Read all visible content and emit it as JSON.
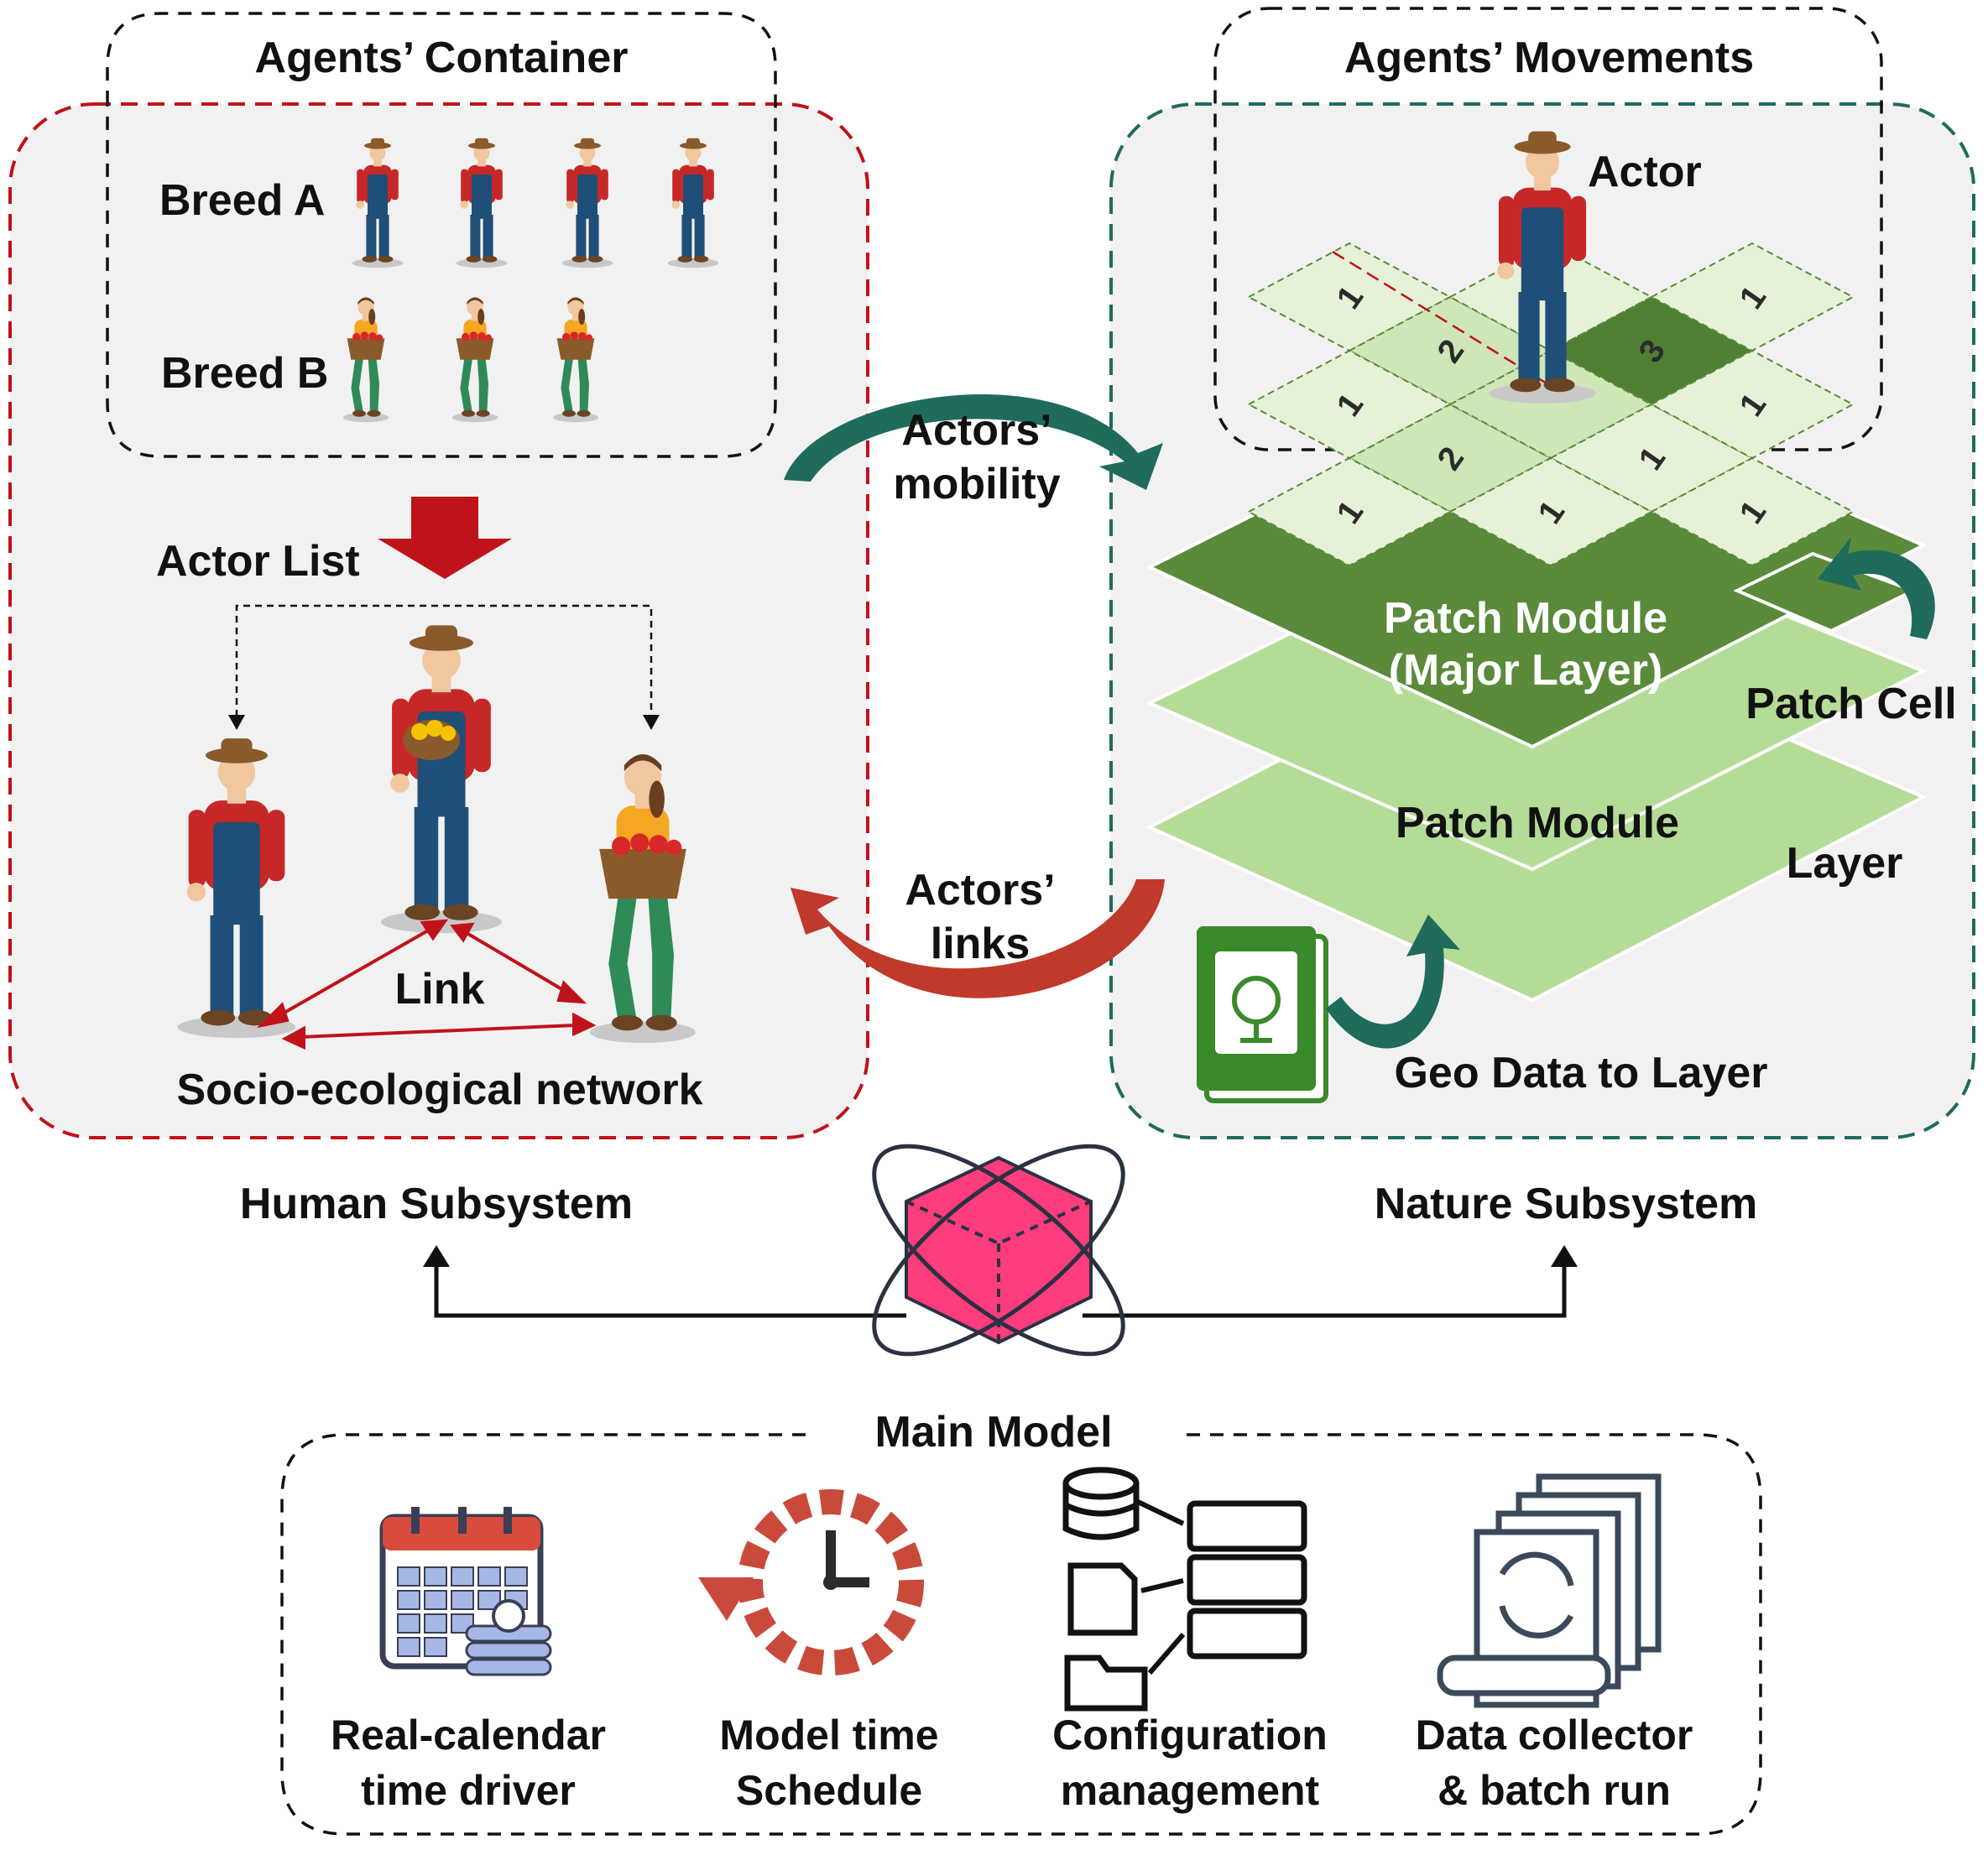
{
  "labels": {
    "agents_container": "Agents’ Container",
    "breed_a": "Breed A",
    "breed_b": "Breed B",
    "actor_list": "Actor List",
    "link": "Link",
    "socio_network": "Socio-ecological network",
    "human_subsystem": "Human Subsystem",
    "agents_movements": "Agents’ Movements",
    "actor": "Actor",
    "patch_major_line1": "Patch Module",
    "patch_major_line2": "(Major Layer)",
    "patch_cell": "Patch Cell",
    "patch_module": "Patch Module",
    "layer": "Layer",
    "geo_data": "Geo Data to Layer",
    "nature_subsystem": "Nature Subsystem",
    "mobility_line1": "Actors’",
    "mobility_line2": "mobility",
    "links_line1": "Actors’",
    "links_line2": "links",
    "main_model": "Main Model"
  },
  "grid_numbers": [
    "1",
    "1",
    "2",
    "3",
    "1",
    "1",
    "2",
    "1",
    "1",
    "1",
    "1"
  ],
  "modules": [
    {
      "line1": "Real-calendar",
      "line2": "time driver",
      "icon": "calendar-icon"
    },
    {
      "line1": "Model time",
      "line2": "Schedule",
      "icon": "clock-icon"
    },
    {
      "line1": "Configuration",
      "line2": "management",
      "icon": "server-config-icon"
    },
    {
      "line1": "Data collector",
      "line2": "& batch run",
      "icon": "document-stack-icon"
    }
  ],
  "colors": {
    "human_border": "#c0121b",
    "nature_border": "#1f6b5c",
    "panel_bg": "#f1f1f1",
    "major_layer": "#5a8a3a",
    "layer_light": "#b5dc96",
    "cell_light": "#e6f2d8",
    "cell_mid": "#cfe6b7",
    "cube": "#ff3d7c",
    "teal_arrow": "#1f6b5c",
    "red_arrow": "#c0392b",
    "farmer_shirt": "#c62828",
    "overalls": "#1f4e79",
    "woman_shirt": "#f5a623",
    "woman_pants": "#2e8b57",
    "hat": "#8b5a2b"
  }
}
